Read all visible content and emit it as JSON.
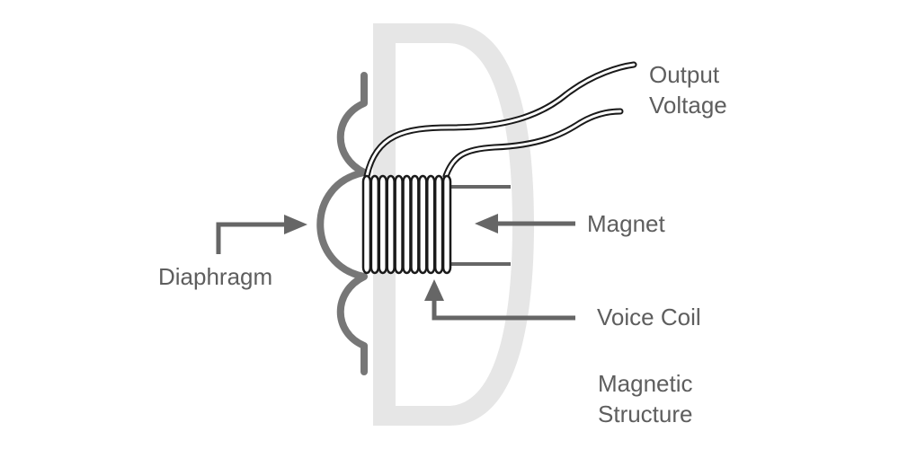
{
  "labels": {
    "output_voltage": [
      "Output",
      "Voltage"
    ],
    "magnet": "Magnet",
    "diaphragm": "Diaphragm",
    "voice_coil": "Voice Coil",
    "magnetic_structure": [
      "Magnetic",
      "Structure"
    ]
  },
  "colors": {
    "magnetic_structure": "#e6e6e6",
    "diaphragm": "#777777",
    "arrows": "#666666",
    "coil": "#1a1a1a",
    "text": "#5e5e5e"
  }
}
